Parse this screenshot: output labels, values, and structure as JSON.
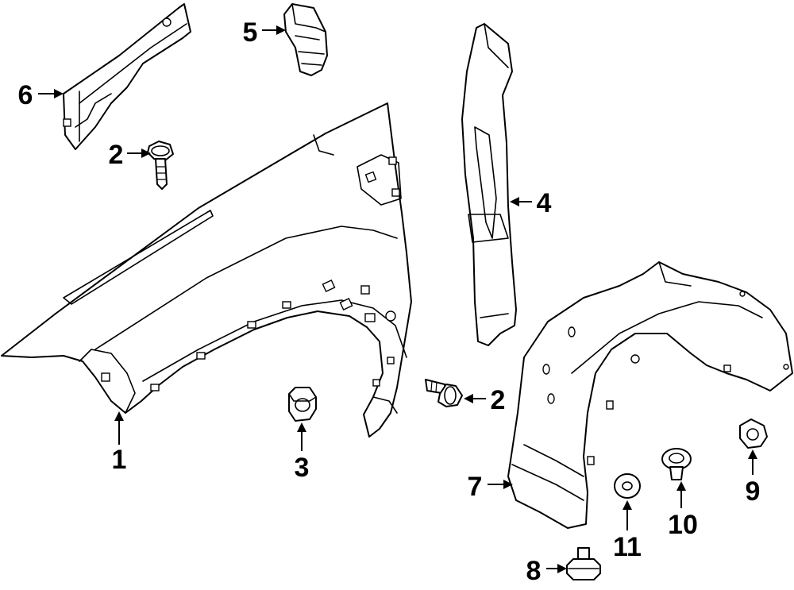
{
  "callouts": [
    {
      "id": "1",
      "label": "1"
    },
    {
      "id": "2a",
      "label": "2"
    },
    {
      "id": "2b",
      "label": "2"
    },
    {
      "id": "3",
      "label": "3"
    },
    {
      "id": "4",
      "label": "4"
    },
    {
      "id": "5",
      "label": "5"
    },
    {
      "id": "6",
      "label": "6"
    },
    {
      "id": "7",
      "label": "7"
    },
    {
      "id": "8",
      "label": "8"
    },
    {
      "id": "9",
      "label": "9"
    },
    {
      "id": "10",
      "label": "10"
    },
    {
      "id": "11",
      "label": "11"
    }
  ]
}
